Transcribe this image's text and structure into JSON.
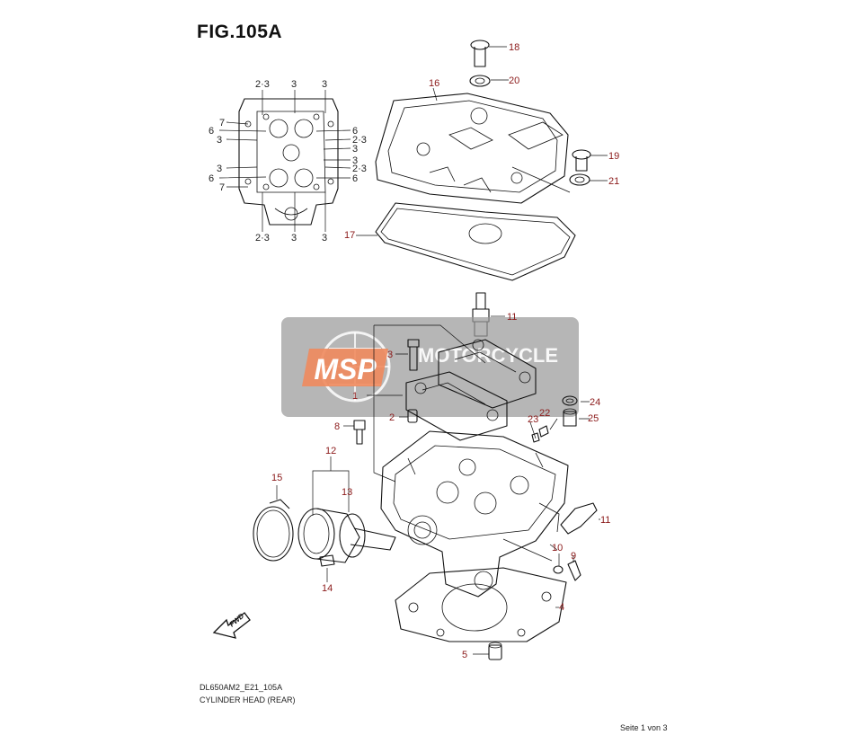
{
  "figure": {
    "title": "FIG.105A",
    "model_code": "DL650AM2_E21_105A",
    "subtitle": "CYLINDER HEAD (REAR)",
    "page": "Seite 1 von 3"
  },
  "watermark": {
    "text": "MSP",
    "brand": "MOTORCYCLE",
    "accent": "#f08a5d",
    "panel": "#9a9a9a"
  },
  "fwd_label": "FWD",
  "inset_labels": {
    "top": [
      "2·3",
      "3",
      "3"
    ],
    "bottom": [
      "2·3",
      "3",
      "3"
    ],
    "left": [
      "7",
      "6",
      "3",
      "3",
      "6",
      "7"
    ],
    "right": [
      "6",
      "2·3",
      "3",
      "3",
      "2·3",
      "6"
    ]
  },
  "callouts": {
    "p1": "1",
    "p2": "2",
    "p3": "3",
    "p4": "4",
    "p5": "5",
    "p8": "8",
    "p9": "9",
    "p10": "10",
    "p11a": "11",
    "p11b": "11",
    "p12": "12",
    "p13": "13",
    "p14": "14",
    "p15": "15",
    "p16": "16",
    "p17": "17",
    "p18": "18",
    "p19": "19",
    "p20": "20",
    "p21": "21",
    "p22": "22",
    "p23": "23",
    "p24": "24",
    "p25": "25"
  },
  "colors": {
    "callout": "#8b1a1a",
    "line": "#111111"
  }
}
